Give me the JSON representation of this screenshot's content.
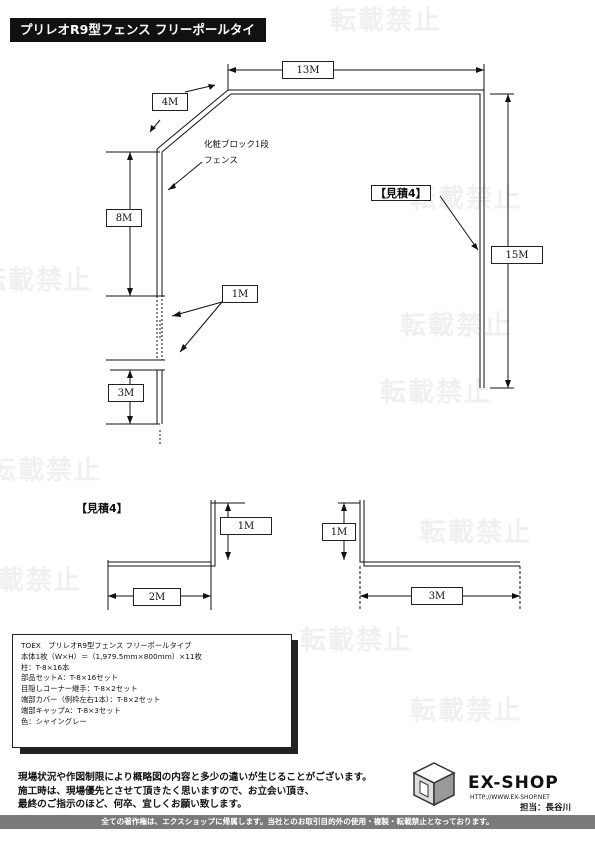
{
  "title": "プリレオR9型フェンス フリーポールタイプ",
  "watermark": "転載禁止",
  "diagram": {
    "dim_13m": "13M",
    "dim_4m": "4M",
    "dim_8m": "8M",
    "dim_15m": "15M",
    "dim_1m": "1M",
    "dim_3m": "3M",
    "note_block": "化粧ブロック1段",
    "note_fence": "フェンス",
    "estimate_label": "【見積4】"
  },
  "detail": {
    "label": "【見積4】",
    "left_1m": "1M",
    "left_2m": "2M",
    "right_1m": "1M",
    "right_3m": "3M"
  },
  "spec": {
    "lines": [
      "TOEX　プリレオR9型フェンス フリーポールタイプ",
      "本体1枚（W×H）＝（1,979.5mm×800mm）×11枚",
      "柱：T-8×16本",
      "部品セットA：T-8×16セット",
      "目隠しコーナー継手：T-8×2セット",
      "端部カバー（例枠左右1本）：T-8×2セット",
      "端部キャップA：T-8×3セット",
      "色：シャイングレー"
    ]
  },
  "disclaimer": [
    "現場状況や作図制限により概略図の内容と多少の違いが生じることがございます。",
    "施工時は、現場優先とさせて頂きたく思いますので、お立会い頂き、",
    "最終のご指示のほど、何卒、宜しくお願い致します。"
  ],
  "brand": {
    "name": "EX-SHOP",
    "url": "HTTP://WWW.EX-SHOP.NET",
    "person": "担当：長谷川"
  },
  "footer": "全ての著作権は、エクスショップに帰属します。当社とのお取引目的外の使用・複製・転載禁止となっております。"
}
